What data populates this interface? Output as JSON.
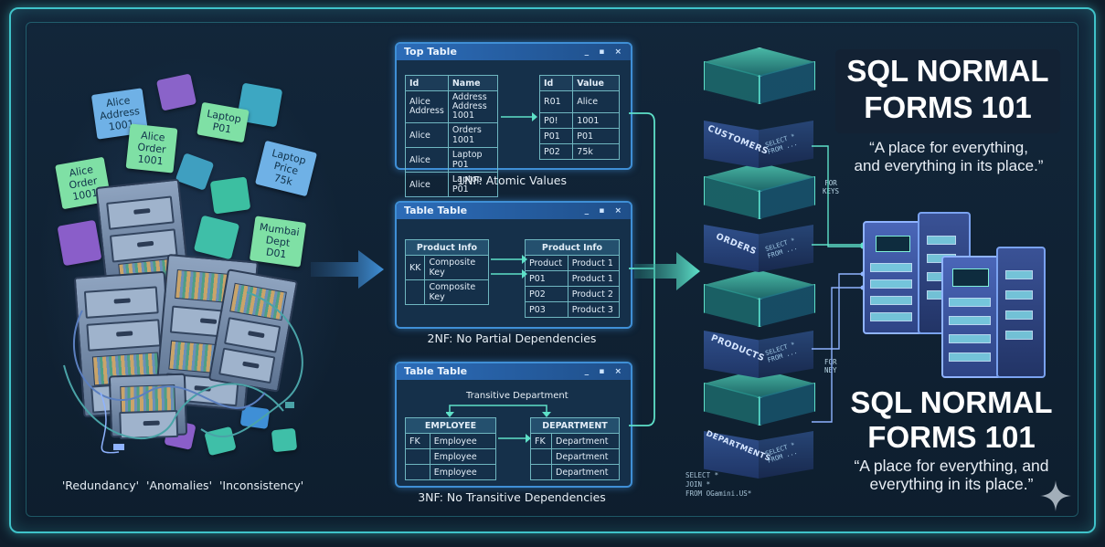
{
  "left": {
    "notes": [
      "Alice\nAddress\n1001",
      "Alice\nOrder\n1001",
      "Laptop\nP01",
      "Laptop\nPrice\n75k",
      "Alice\nOrder\n1001",
      "Mumbai\nDept\nD01"
    ],
    "caption": "'Redundancy'  'Anomalies'  'Inconsistency'"
  },
  "panels": {
    "p1": {
      "header": "Top Table",
      "label": "1NF: Atomic Values",
      "left_table": {
        "headers": [
          "Id",
          "Name"
        ],
        "rows": [
          [
            "Alice\nAddress",
            "Address\nAddress 1001"
          ],
          [
            "Alice",
            "Orders 1001"
          ],
          [
            "Alice",
            "Laptop P01"
          ],
          [
            "Alice",
            "Laptop P01"
          ]
        ]
      },
      "right_table": {
        "headers": [
          "Id",
          "Value"
        ],
        "rows": [
          [
            "R01",
            "Alice"
          ],
          [
            "P0!",
            "1001"
          ],
          [
            "P01",
            "P01"
          ],
          [
            "P02",
            "75k"
          ]
        ]
      }
    },
    "p2": {
      "header": "Table Table",
      "label": "2NF: No Partial Dependencies",
      "left_table": {
        "title": "Product Info",
        "rows": [
          [
            "KK",
            "Composite Key"
          ],
          [
            "",
            "Composite Key"
          ]
        ]
      },
      "right_table": {
        "title": "Product Info",
        "rows": [
          [
            "Product",
            "Product 1"
          ],
          [
            "P01",
            "Product 1"
          ],
          [
            "P02",
            "Product 2"
          ],
          [
            "P03",
            "Product 3"
          ]
        ]
      }
    },
    "p3": {
      "header": "Table Table",
      "label": "3NF: No Transitive Dependencies",
      "transitive_label": "Transitive Department",
      "left_table": {
        "title": "EMPLOYEE",
        "rows": [
          [
            "FK",
            "Employee"
          ],
          [
            "",
            "Employee"
          ],
          [
            "",
            "Employee"
          ]
        ]
      },
      "right_table": {
        "title": "DEPARTMENT",
        "rows": [
          [
            "FK",
            "Department"
          ],
          [
            "",
            "Department"
          ],
          [
            "",
            "Department"
          ]
        ]
      }
    }
  },
  "db": {
    "tables": [
      "CUSTOMERS",
      "ORDERS",
      "PRODUCTS",
      "DEPARTMENTS"
    ],
    "sub": "SELECT *\nFROM ...",
    "fk1": "FOR\nKEYS",
    "fk2": "FOR\nNEY",
    "sql": "SELECT *\nJOIN *\nFROM OGamini.US*"
  },
  "titles": {
    "title_top": "SQL NORMAL\nFORMS 101",
    "quote_top": "“A place for everything,\nand everything in its place.”",
    "title_bottom": "SQL NORMAL\nFORMS 101",
    "quote_bottom": "“A place for everything, and\neverything in its place.”"
  },
  "colors": {
    "frame": "#3fc2c9",
    "panel_border": "#3f8fd6",
    "teal": "#5ee0c8",
    "server": "#4a66b8"
  }
}
